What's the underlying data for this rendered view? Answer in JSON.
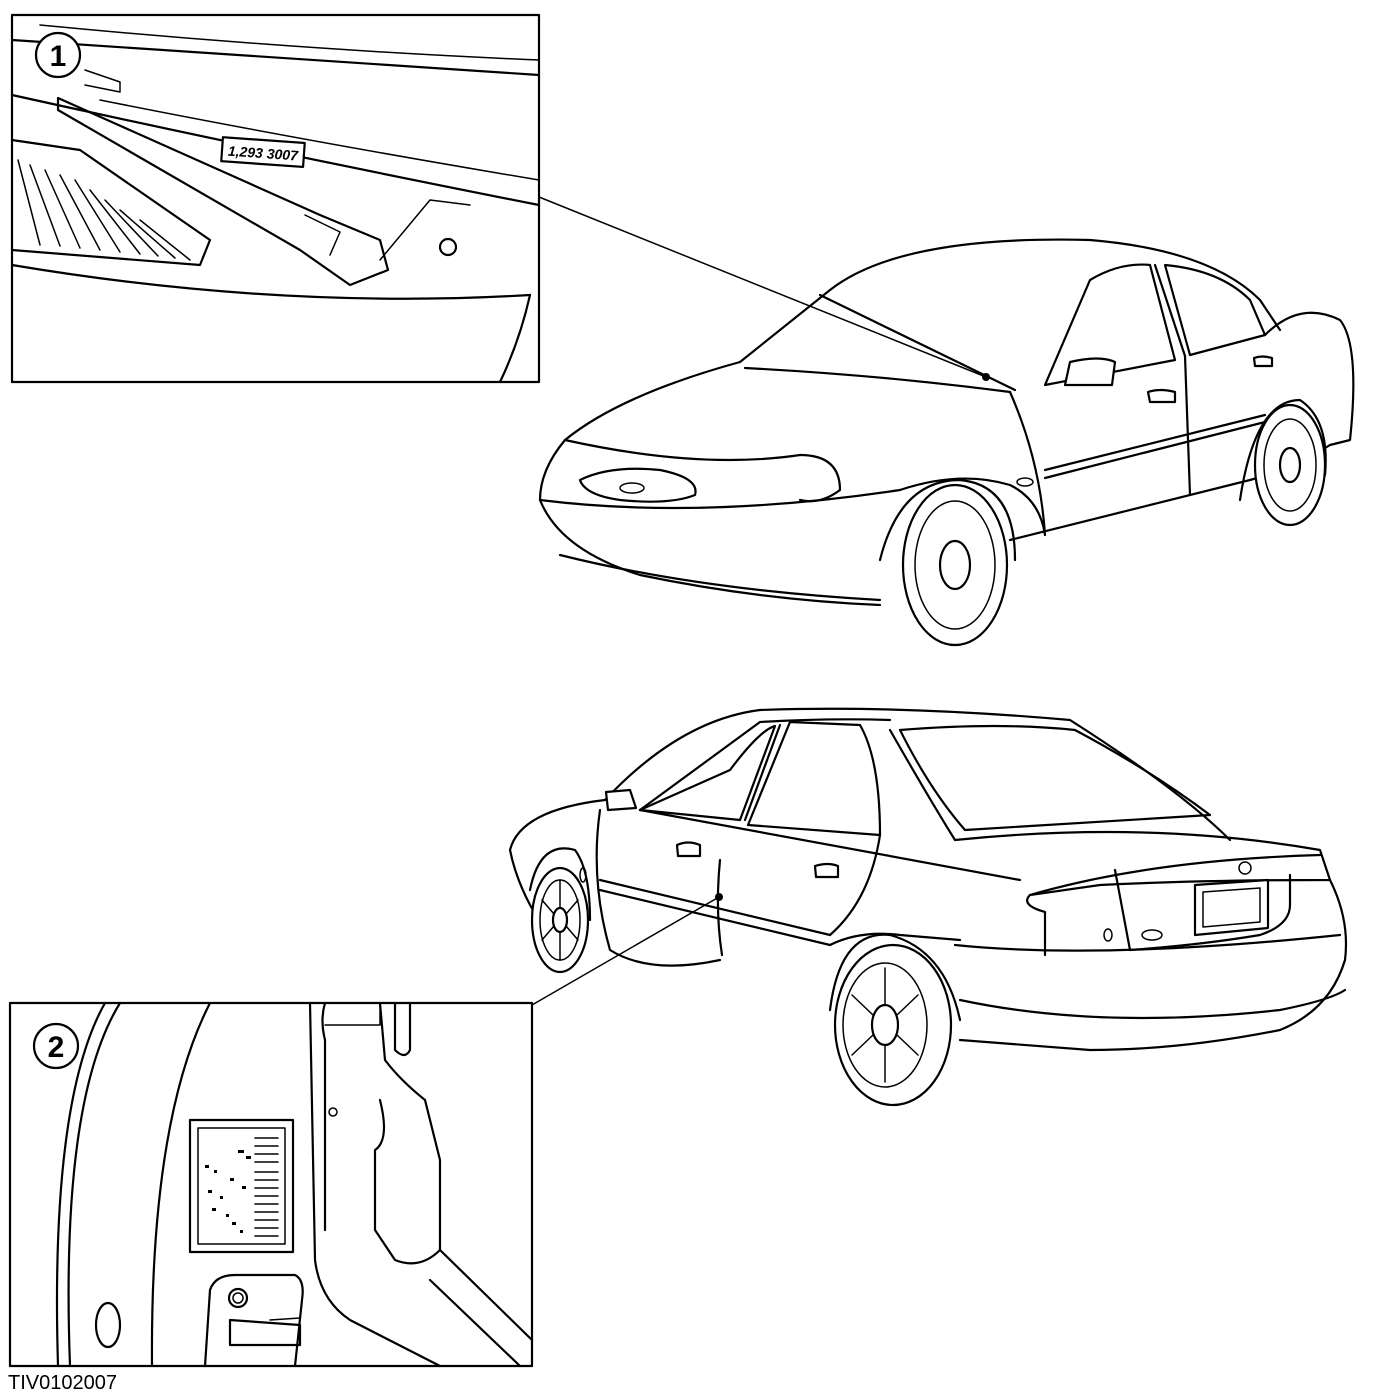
{
  "figure_id": "TIV0102007",
  "callouts": [
    {
      "number": "1",
      "plate_text": "1,293 3007"
    },
    {
      "number": "2"
    }
  ],
  "colors": {
    "line": "#000000",
    "background": "#ffffff"
  }
}
